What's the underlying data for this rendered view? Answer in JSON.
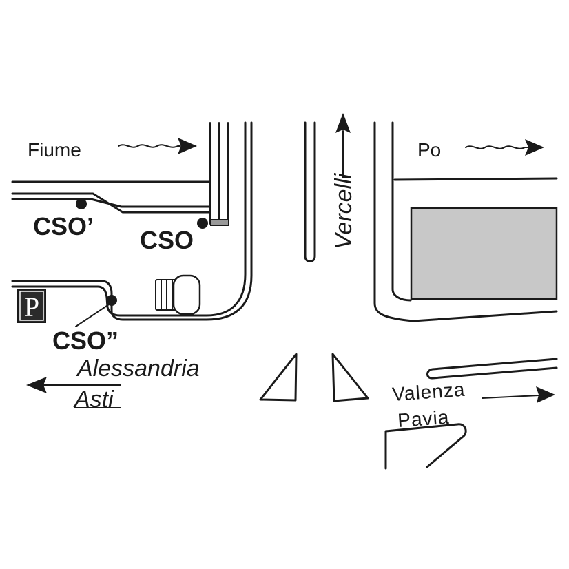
{
  "rivers": {
    "left": "Fiume",
    "right": "Po"
  },
  "routes": {
    "north": "Vercelli",
    "west_1": "Alessandria",
    "west_2": "Asti",
    "east_1": "Valenza",
    "east_2": "Pavia"
  },
  "points": {
    "cso": "CSO",
    "cso_prime": "CSO’",
    "cso_double_prime": "CSO”"
  },
  "parking": {
    "symbol": "P"
  },
  "colors": {
    "ink": "#1a1a1a",
    "building": "#c8c8c8",
    "parking_bg": "#2b2b2b"
  }
}
